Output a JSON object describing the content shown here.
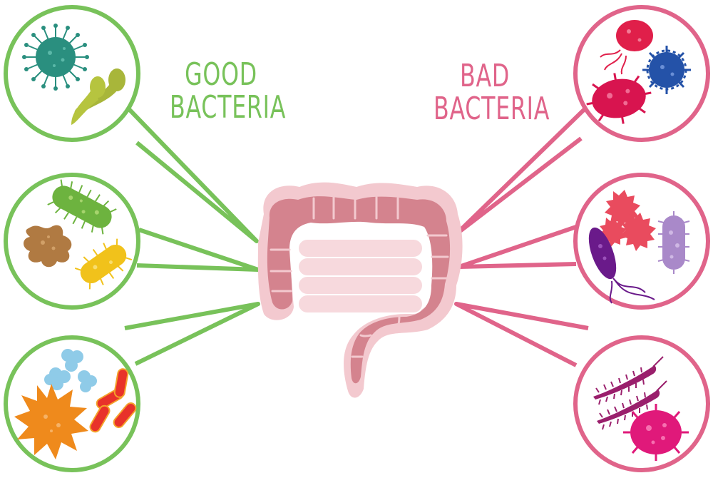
{
  "labels": {
    "good_line1": "GOOD",
    "good_line2": "BACTERIA",
    "bad_line1": "BAD",
    "bad_line2": "BACTERIA"
  },
  "colors": {
    "good": "#78c25a",
    "bad": "#e0648a",
    "intestine_outer": "#f3c9cf",
    "intestine_inner": "#d4838e",
    "small_intestine": "#f7d9dd"
  },
  "icons": {
    "good_top": [
      "virus-teal-icon",
      "sperm-shaped-green-bacteria-icon"
    ],
    "good_middle": [
      "green-bacillus-icon",
      "brown-amoeba-icon",
      "yellow-bacillus-icon"
    ],
    "good_bottom": [
      "blue-cocci-cluster-icon",
      "orange-spiky-virus-icon",
      "red-rod-bacteria-icon"
    ],
    "bad_top": [
      "red-flagellate-icon",
      "blue-virus-icon",
      "crimson-spiky-bacteria-icon"
    ],
    "bad_middle": [
      "coral-spiky-cluster-icon",
      "purple-flagellate-icon",
      "lavender-bacillus-icon"
    ],
    "bad_bottom": [
      "purple-worm-bacteria-icon",
      "magenta-virus-icon"
    ]
  }
}
